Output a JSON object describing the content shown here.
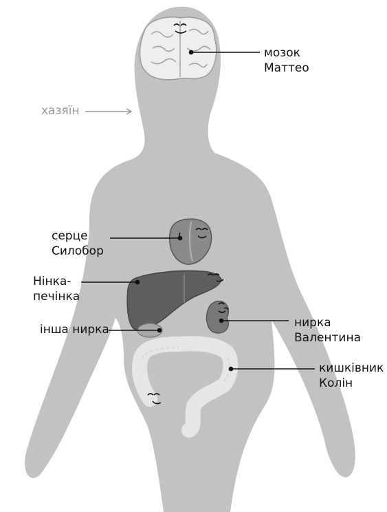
{
  "labels": {
    "host": "хазяїн",
    "brain": {
      "line1": "мозок",
      "line2": "Маттео"
    },
    "heart": {
      "line1": "серце",
      "line2": "Силобор"
    },
    "liver": {
      "line1": "Нінка-",
      "line2": "печінка"
    },
    "other_kidney": "інша нирка",
    "kidney": {
      "line1": "нирка",
      "line2": "Валентина"
    },
    "intestine": {
      "line1": "кишківник",
      "line2": "Колін"
    }
  },
  "colors": {
    "body": "#c2c2c2",
    "brain": "#eeeeee",
    "heart": "#8a8a8a",
    "liver": "#5f5f5f",
    "kidney": "#777777",
    "intestine": "#e6e6e6",
    "leader_line": "#111111",
    "host_text": "#999999"
  }
}
